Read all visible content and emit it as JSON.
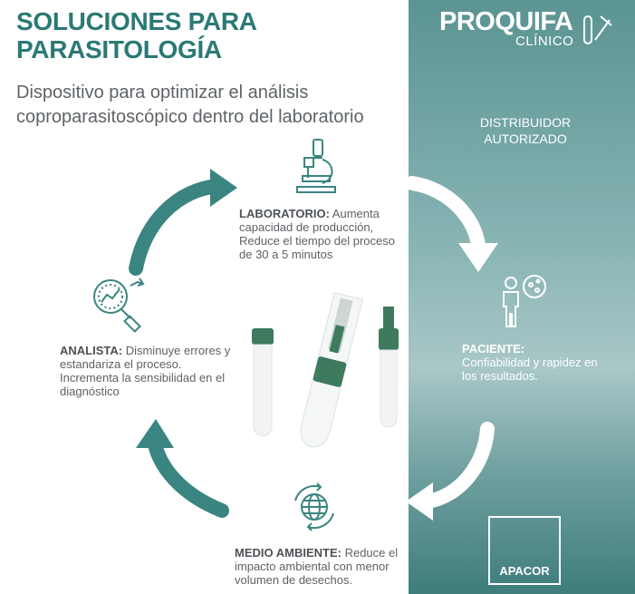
{
  "header": {
    "title_line1": "SOLUCIONES PARA",
    "title_line2": "PARASITOLOGÍA",
    "subtitle": "Dispositivo para optimizar el análisis coproparasitoscópico dentro del laboratorio"
  },
  "brand": {
    "name": "PROQUIFA",
    "sub": "CLÍNICO"
  },
  "distributor": {
    "line1": "DISTRIBUIDOR",
    "line2": "AUTORIZADO"
  },
  "cycle": {
    "laboratorio": {
      "label": "LABORATORIO:",
      "text": " Aumenta capacidad de producción, Reduce el tiempo del proceso de 30 a 5 minutos"
    },
    "paciente": {
      "label": "PACIENTE:",
      "text": " Confiabilidad y rapidez en los resultados."
    },
    "medio_ambiente": {
      "label": "MEDIO AMBIENTE:",
      "text": " Reduce el impacto ambiental con menor volumen de desechos."
    },
    "analista": {
      "label": "ANALISTA:",
      "text": " Disminuye errores y estandariza el proceso. Incrementa la sensibilidad en el diagnóstico"
    }
  },
  "logo": {
    "text": "APACOR"
  },
  "icons": [
    "microscope-icon",
    "patient-icon",
    "globe-recycle-icon",
    "magnifier-chart-icon",
    "test-tube-icon"
  ],
  "colors": {
    "accent": "#2b7975",
    "arrow_left": "#3a8581",
    "arrow_right": "#ffffff",
    "panel": "#7fadad"
  }
}
